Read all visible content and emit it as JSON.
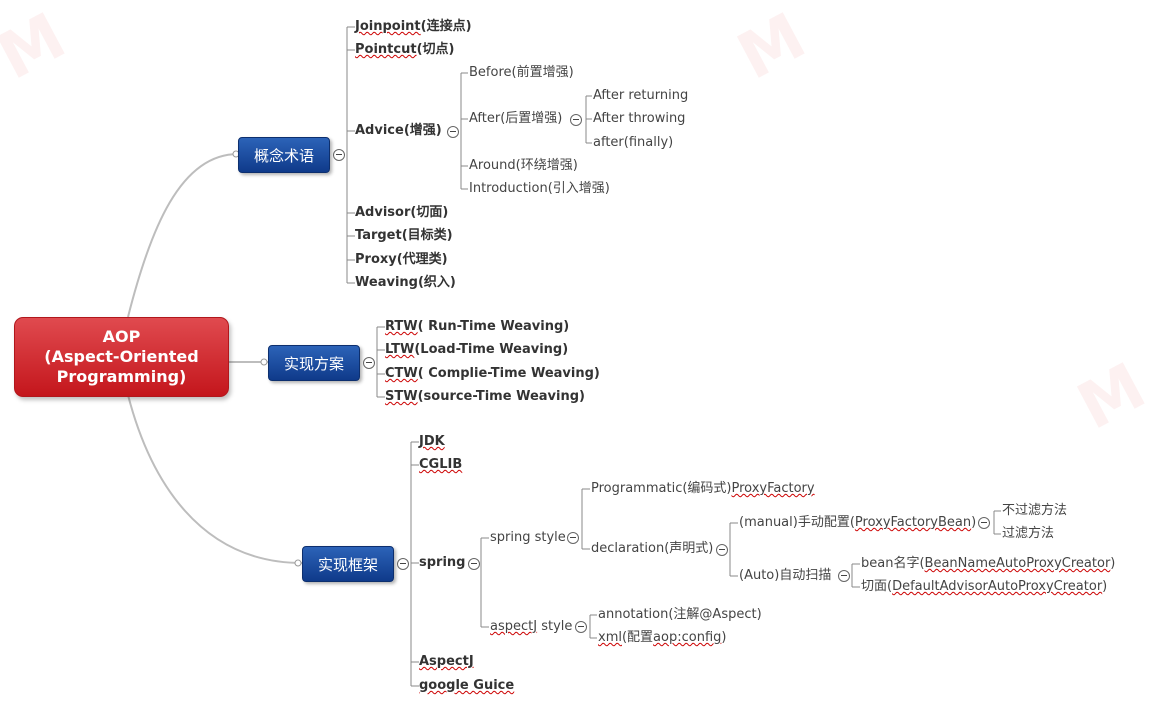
{
  "root": {
    "line1": "AOP",
    "line2": "(Aspect-Oriented",
    "line3": "Programming)"
  },
  "concepts": {
    "label": "概念术语",
    "joinpoint": "Joinpoint",
    "joinpoint_cn": "(连接点)",
    "pointcut": "Pointcut",
    "pointcut_cn": "(切点)",
    "advice": "Advice(增强)",
    "before": "Before(前置增强)",
    "after": "After(后置增强)",
    "after_returning": "After returning",
    "after_throwing": "After throwing",
    "after_finally": "after(finally)",
    "around": "Around(环绕增强)",
    "introduction": "Introduction(引入增强)",
    "advisor": "Advisor(切面)",
    "target": "Target(目标类)",
    "proxy": "Proxy(代理类)",
    "weaving": "Weaving(织入)"
  },
  "implementation": {
    "label": "实现方案",
    "rtw": "RTW",
    "rtw_rest": "( Run-Time Weaving)",
    "ltw": "LTW",
    "ltw_rest": "(Load-Time Weaving)",
    "ctw": "CTW",
    "ctw_rest": "( Complie-Time Weaving)",
    "stw": "STW",
    "stw_rest": "(source-Time Weaving)"
  },
  "frameworks": {
    "label": "实现框架",
    "jdk": "JDK",
    "cglib": "CGLIB",
    "spring": "spring",
    "spring_style": "spring style",
    "programmatic": "Programmatic(编码式)",
    "proxy_factory": "ProxyFactory",
    "declaration": "declaration(声明式)",
    "manual": "(manual)手动配置(",
    "proxy_factory_bean": "ProxyFactoryBean",
    "manual_close": ")",
    "no_filter": "不过滤方法",
    "filter": "过滤方法",
    "auto": "(Auto)自动扫描",
    "bean_name": "bean名字(",
    "bean_name_creator": "BeanNameAutoProxyCreator",
    "bean_name_close": ")",
    "aspect": "切面(",
    "default_advisor_creator": "DefaultAdvisorAutoProxyCreator",
    "aspect_close": ")",
    "aspectj_style_a": "aspectJ",
    "aspectj_style_b": " style",
    "annotation": "annotation(注解@Aspect)",
    "xml": "xml",
    "xml_mid": "(配置",
    "aop_config": "aop:config",
    "xml_close": ")",
    "aspectj": "AspectJ",
    "guice": "google Guice"
  }
}
